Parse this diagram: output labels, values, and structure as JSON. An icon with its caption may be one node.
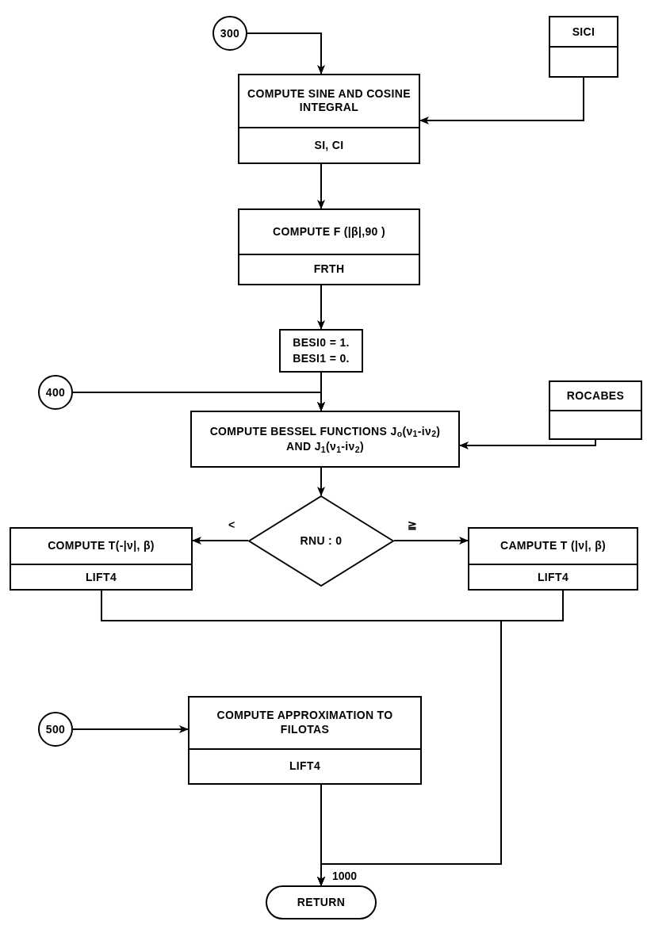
{
  "diagram": {
    "nodes": [
      {
        "text": [
          "300"
        ]
      },
      {
        "text": [
          "SICI"
        ]
      },
      {
        "text": [
          "COMPUTE SINE AND COSINE INTEGRAL",
          "SI, CI"
        ]
      },
      {
        "text": [
          "COMPUTE F (|β|,90 )",
          "FRTH"
        ]
      },
      {
        "text": [
          "BESI0 = 1.",
          "BESI1 = 0."
        ]
      },
      {
        "text": [
          "400"
        ]
      },
      {
        "text": [
          "ROCABES"
        ]
      },
      {
        "text": [
          "COMPUTE BESSEL FUNCTIONS J$_{o}$(ν$_{1}$-iν$_{2}$) AND J$_{1}$(ν$_{1}$-iν$_{2}$)"
        ]
      },
      {
        "text": [
          "RNU : 0"
        ]
      },
      {
        "text": [
          "COMPUTE T(-|ν|, β)",
          "LIFT4"
        ]
      },
      {
        "text": [
          "CAMPUTE T (|ν|, β)",
          "LIFT4"
        ]
      },
      {
        "text": [
          "500"
        ]
      },
      {
        "text": [
          "COMPUTE APPROXIMATION TO FILOTAS",
          "LIFT4"
        ]
      },
      {
        "text": [
          "RETURN"
        ],
        "beside": [
          "1000"
        ]
      }
    ],
    "edges": [
      {
        "from": 0,
        "to": 2,
        "arrow": "to"
      },
      {
        "from": 1,
        "to": 2,
        "arrow": "to"
      },
      {
        "from": 2,
        "to": 3,
        "arrow": "to"
      },
      {
        "from": 3,
        "to": 4,
        "arrow": "to"
      },
      {
        "from": 4,
        "to": 7,
        "arrow": "to"
      },
      {
        "from": 5,
        "to": 7,
        "arrow": "to"
      },
      {
        "from": 6,
        "to": 7,
        "arrow": "to"
      },
      {
        "from": 7,
        "to": 8,
        "arrow": "to"
      },
      {
        "from": 8,
        "to": 9,
        "arrow": "to",
        "label": "<"
      },
      {
        "from": 8,
        "to": 10,
        "arrow": "to",
        "label": "≧"
      },
      {
        "from": 9,
        "to": 13,
        "arrow": "to"
      },
      {
        "from": 10,
        "to": 13,
        "arrow": "to"
      },
      {
        "from": 11,
        "to": 12,
        "arrow": "to"
      },
      {
        "from": 12,
        "to": 13,
        "arrow": "to"
      }
    ]
  }
}
